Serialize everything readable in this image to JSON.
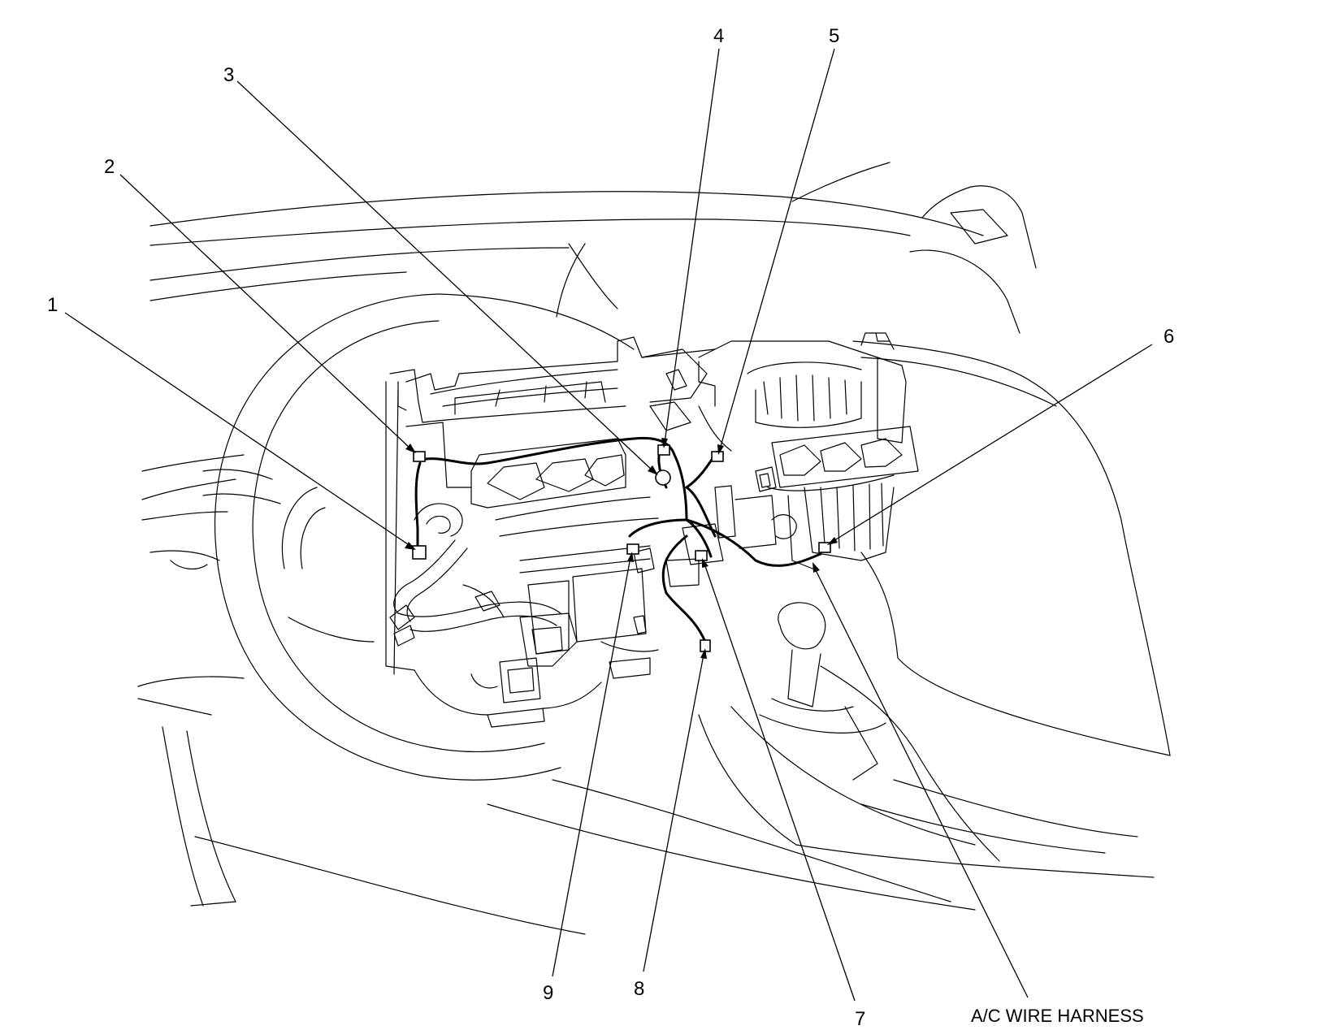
{
  "callouts": [
    {
      "id": "1",
      "label": "1"
    },
    {
      "id": "2",
      "label": "2"
    },
    {
      "id": "3",
      "label": "3"
    },
    {
      "id": "4",
      "label": "4"
    },
    {
      "id": "5",
      "label": "5"
    },
    {
      "id": "6",
      "label": "6"
    },
    {
      "id": "7",
      "label": "7"
    },
    {
      "id": "8",
      "label": "8"
    },
    {
      "id": "9",
      "label": "9"
    }
  ],
  "harness_label": "A/C WIRE HARNESS"
}
